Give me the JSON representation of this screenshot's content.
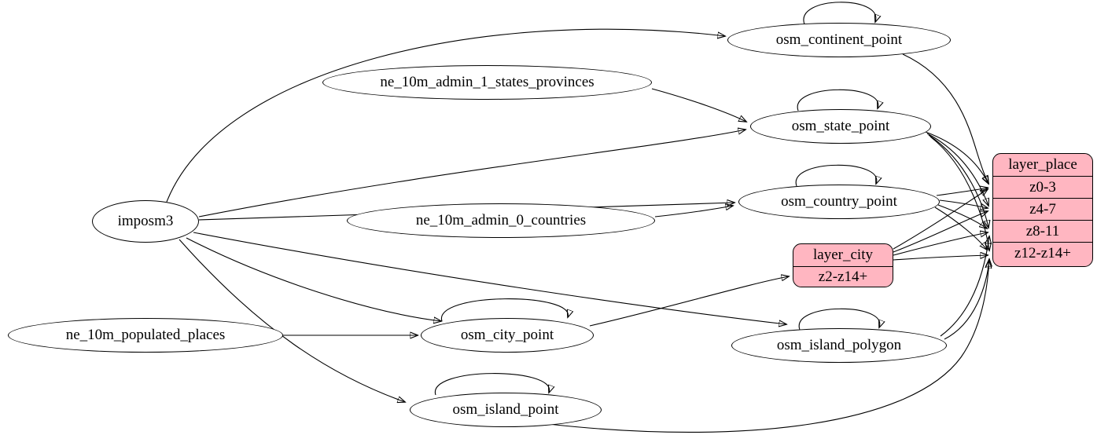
{
  "diagram": {
    "type": "etl-graph",
    "background_color": "#ffffff",
    "edge_color": "#000000",
    "record_fill_color": "#ffb6c1",
    "nodes": {
      "imposm3": {
        "label": "imposm3"
      },
      "ne_10m_admin_1_states_provinces": {
        "label": "ne_10m_admin_1_states_provinces"
      },
      "ne_10m_admin_0_countries": {
        "label": "ne_10m_admin_0_countries"
      },
      "ne_10m_populated_places": {
        "label": "ne_10m_populated_places"
      },
      "osm_continent_point": {
        "label": "osm_continent_point"
      },
      "osm_state_point": {
        "label": "osm_state_point"
      },
      "osm_country_point": {
        "label": "osm_country_point"
      },
      "osm_city_point": {
        "label": "osm_city_point"
      },
      "osm_island_polygon": {
        "label": "osm_island_polygon"
      },
      "osm_island_point": {
        "label": "osm_island_point"
      },
      "layer_city": {
        "title": "layer_city",
        "rows": [
          "z2-z14+"
        ]
      },
      "layer_place": {
        "title": "layer_place",
        "rows": [
          "z0-3",
          "z4-7",
          "z8-11",
          "z12-z14+"
        ]
      }
    },
    "edges": [
      {
        "from": "imposm3",
        "to": "osm_continent_point"
      },
      {
        "from": "imposm3",
        "to": "osm_state_point"
      },
      {
        "from": "imposm3",
        "to": "osm_country_point"
      },
      {
        "from": "imposm3",
        "to": "osm_city_point"
      },
      {
        "from": "imposm3",
        "to": "osm_island_polygon"
      },
      {
        "from": "imposm3",
        "to": "osm_island_point"
      },
      {
        "from": "ne_10m_admin_1_states_provinces",
        "to": "osm_state_point"
      },
      {
        "from": "ne_10m_admin_0_countries",
        "to": "osm_country_point"
      },
      {
        "from": "ne_10m_populated_places",
        "to": "osm_city_point"
      },
      {
        "from": "osm_city_point",
        "to": "layer_city:z2-z14+"
      },
      {
        "from": "osm_continent_point",
        "to": "layer_place:z0-3"
      },
      {
        "from": "osm_state_point",
        "to": "layer_place:z0-3"
      },
      {
        "from": "osm_state_point",
        "to": "layer_place:z4-7"
      },
      {
        "from": "osm_state_point",
        "to": "layer_place:z8-11"
      },
      {
        "from": "osm_state_point",
        "to": "layer_place:z12-z14+"
      },
      {
        "from": "osm_country_point",
        "to": "layer_place:z0-3"
      },
      {
        "from": "osm_country_point",
        "to": "layer_place:z4-7"
      },
      {
        "from": "osm_country_point",
        "to": "layer_place:z8-11"
      },
      {
        "from": "osm_country_point",
        "to": "layer_place:z12-z14+"
      },
      {
        "from": "layer_city",
        "to": "layer_place:z0-3"
      },
      {
        "from": "layer_city",
        "to": "layer_place:z4-7"
      },
      {
        "from": "layer_city",
        "to": "layer_place:z8-11"
      },
      {
        "from": "layer_city",
        "to": "layer_place:z12-z14+"
      },
      {
        "from": "osm_island_polygon",
        "to": "layer_place:z8-11"
      },
      {
        "from": "osm_island_polygon",
        "to": "layer_place:z12-z14+"
      },
      {
        "from": "osm_island_point",
        "to": "layer_place:z12-z14+"
      },
      {
        "from": "osm_continent_point",
        "to": "osm_continent_point"
      },
      {
        "from": "osm_state_point",
        "to": "osm_state_point"
      },
      {
        "from": "osm_country_point",
        "to": "osm_country_point"
      },
      {
        "from": "osm_city_point",
        "to": "osm_city_point"
      },
      {
        "from": "osm_island_polygon",
        "to": "osm_island_polygon"
      },
      {
        "from": "osm_island_point",
        "to": "osm_island_point"
      }
    ]
  }
}
